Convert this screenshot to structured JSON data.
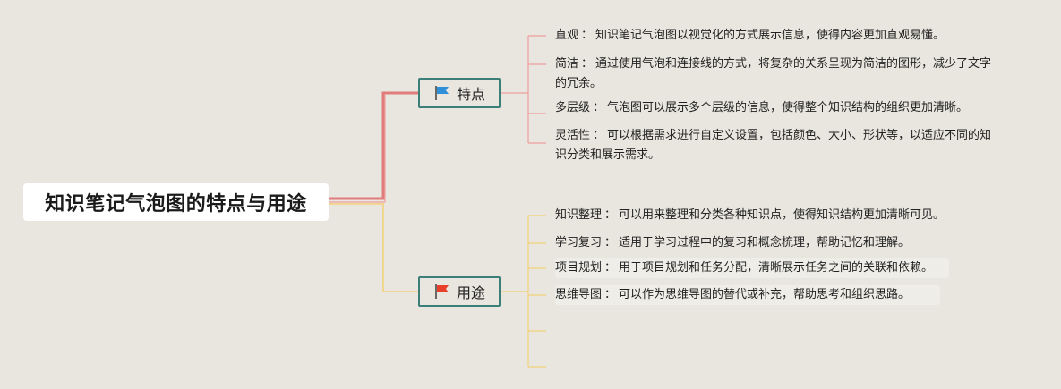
{
  "root": {
    "title": "知识笔记气泡图的特点与用途"
  },
  "branches": [
    {
      "label": "特点",
      "flag_color": "#2f8fd8",
      "line_color": "#e07c7c",
      "items": [
        {
          "key": "直观",
          "sep": "：",
          "text": "知识笔记气泡图以视觉化的方式展示信息，使得内容更加直观易懂。"
        },
        {
          "key": "简洁",
          "sep": "：",
          "text": "通过使用气泡和连接线的方式，将复杂的关系呈现为简洁的图形，减少了文字的冗余。"
        },
        {
          "key": "多层级",
          "sep": "：",
          "text": "气泡图可以展示多个层级的信息，使得整个知识结构的组织更加清晰。"
        },
        {
          "key": "灵活性",
          "sep": "：",
          "text": "可以根据需求进行自定义设置，包括颜色、大小、形状等，以适应不同的知识分类和展示需求。"
        }
      ]
    },
    {
      "label": "用途",
      "flag_color": "#e8402a",
      "line_color": "#f2d27a",
      "items": [
        {
          "key": "知识整理",
          "sep": "：",
          "text": "可以用来整理和分类各种知识点，使得知识结构更加清晰可见。"
        },
        {
          "key": "学习复习",
          "sep": "：",
          "text": "适用于学习过程中的复习和概念梳理，帮助记忆和理解。"
        },
        {
          "key": "项目规划",
          "sep": "：",
          "text": "用于项目规划和任务分配，清晰展示任务之间的关联和依赖。"
        },
        {
          "key": "思维导图",
          "sep": "：",
          "text": "可以作为思维导图的替代或补充，帮助思考和组织思路。"
        }
      ]
    }
  ]
}
